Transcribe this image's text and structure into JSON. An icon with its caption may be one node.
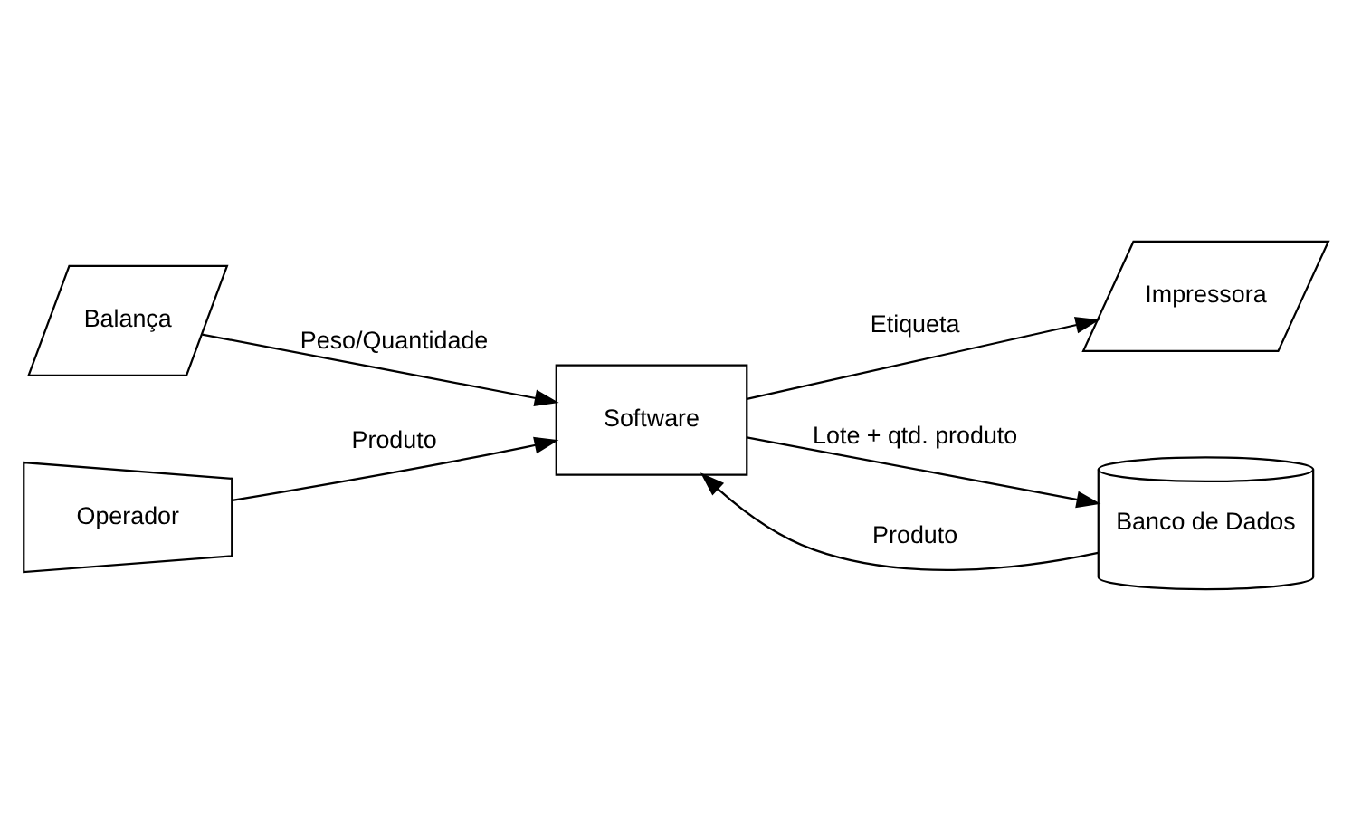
{
  "diagram": {
    "nodes": [
      {
        "text": [
          "Balança"
        ]
      },
      {
        "text": [
          "Operador"
        ]
      },
      {
        "text": [
          "Software"
        ]
      },
      {
        "text": [
          "Impressora"
        ]
      },
      {
        "text": [
          "Banco de Dados"
        ]
      }
    ],
    "edges": [
      {
        "from": 0,
        "to": 2,
        "arrow": "to",
        "label": "Peso/Quantidade"
      },
      {
        "from": 1,
        "to": 2,
        "arrow": "to",
        "label": "Produto"
      },
      {
        "from": 2,
        "to": 3,
        "arrow": "to",
        "label": "Etiqueta"
      },
      {
        "from": 4,
        "to": 2,
        "arrow": "to",
        "label": "Produto"
      },
      {
        "from": 2,
        "to": 4,
        "arrow": "to",
        "label": "Lote + qtd. produto"
      }
    ]
  }
}
